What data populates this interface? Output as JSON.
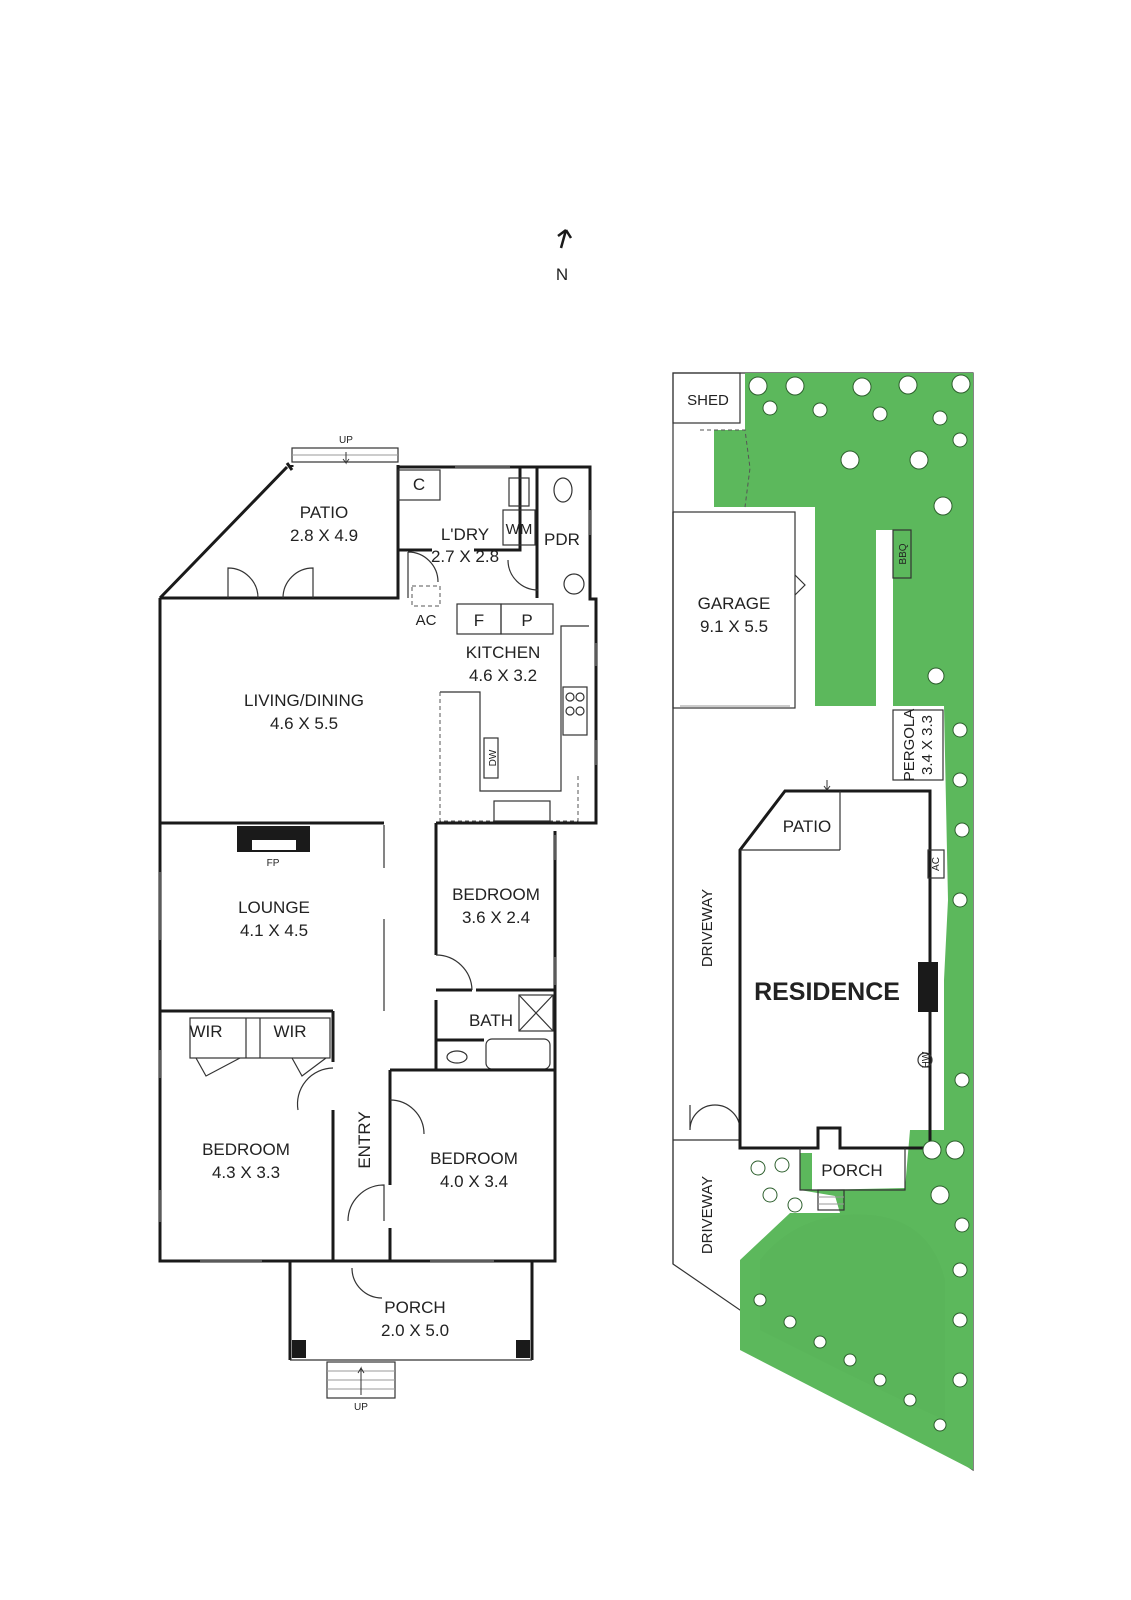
{
  "compass": {
    "label": "N"
  },
  "floor_plan": {
    "rooms": {
      "patio": {
        "name": "PATIO",
        "dims": "2.8 X 4.9"
      },
      "laundry": {
        "name": "L'DRY",
        "dims": "2.7 X 2.8"
      },
      "powder": {
        "name": "PDR"
      },
      "cupboard": {
        "name": "C"
      },
      "washing_machine": {
        "name": "WM"
      },
      "air_con": {
        "name": "AC"
      },
      "fridge": {
        "name": "F"
      },
      "pantry": {
        "name": "P"
      },
      "kitchen": {
        "name": "KITCHEN",
        "dims": "4.6 X 3.2"
      },
      "dishwasher": {
        "name": "DW"
      },
      "living_dining": {
        "name": "LIVING/DINING",
        "dims": "4.6 X 5.5"
      },
      "fireplace": {
        "name": "FP"
      },
      "lounge": {
        "name": "LOUNGE",
        "dims": "4.1 X 4.5"
      },
      "bedroom_small": {
        "name": "BEDROOM",
        "dims": "3.6 X 2.4"
      },
      "bath": {
        "name": "BATH"
      },
      "wir_1": {
        "name": "WIR"
      },
      "wir_2": {
        "name": "WIR"
      },
      "bedroom_left": {
        "name": "BEDROOM",
        "dims": "4.3 X 3.3"
      },
      "entry": {
        "name": "ENTRY"
      },
      "bedroom_right": {
        "name": "BEDROOM",
        "dims": "4.0 X 3.4"
      },
      "porch": {
        "name": "PORCH",
        "dims": "2.0 X 5.0"
      }
    },
    "stairs_top_label": "UP",
    "stairs_bottom_label": "UP"
  },
  "site_plan": {
    "shed": "SHED",
    "garage": {
      "name": "GARAGE",
      "dims": "9.1 X 5.5"
    },
    "bbq": "BBQ",
    "pergola": {
      "name": "PERGOLA",
      "dims": "3.4 X 3.3"
    },
    "patio": "PATIO",
    "air_con": "AC",
    "residence": "RESIDENCE",
    "hot_water": "HW",
    "porch": "PORCH",
    "driveway_upper": "DRIVEWAY",
    "driveway_lower": "DRIVEWAY"
  },
  "colors": {
    "lawn": "#5cb85c",
    "wall": "#1a1a1a"
  }
}
